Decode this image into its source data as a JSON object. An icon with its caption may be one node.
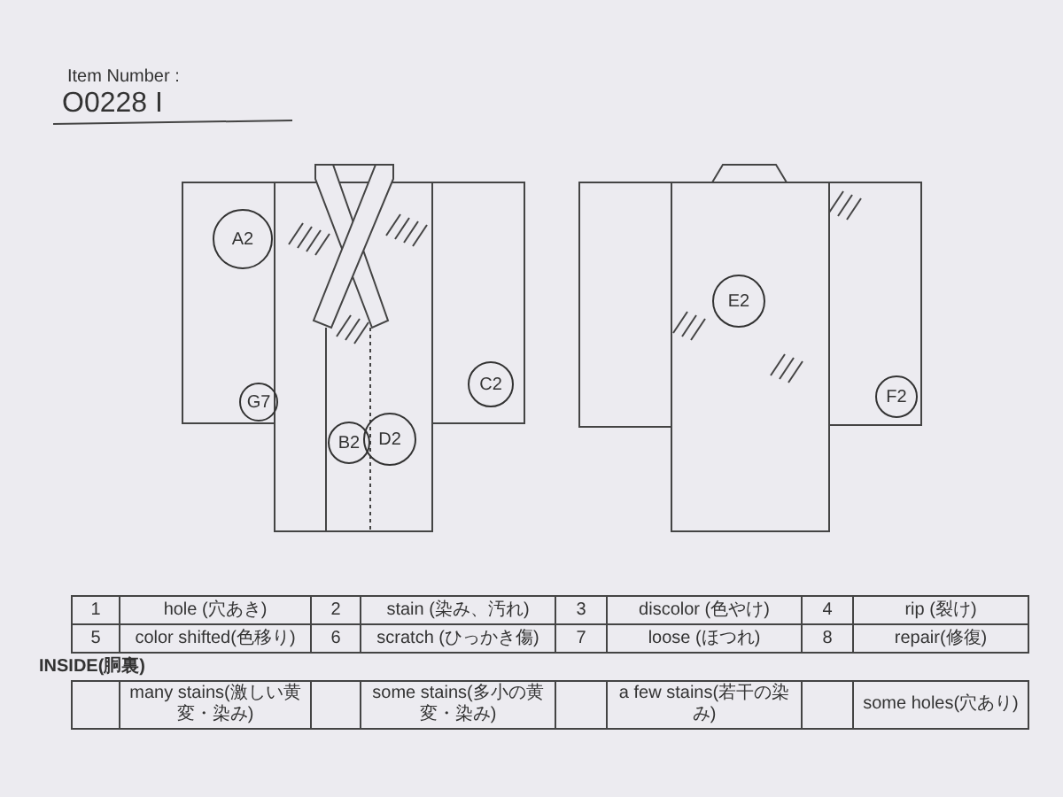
{
  "diagram": {
    "nodes": [
      {
        "text": [
          "A2"
        ]
      },
      {
        "text": [
          "G7"
        ]
      },
      {
        "text": [
          "C2"
        ]
      },
      {
        "text": [
          "B2"
        ]
      },
      {
        "text": [
          "D2"
        ]
      },
      {
        "text": [
          "E2"
        ]
      },
      {
        "text": [
          "F2"
        ]
      }
    ],
    "labels": [
      "Item Number :",
      "O0228 I",
      "1",
      "hole (穴あき)",
      "2",
      "stain (染み、汚れ)",
      "3",
      "discolor (色やけ)",
      "4",
      "rip (裂け)",
      "5",
      "color shifted(色移り)",
      "6",
      "scratch (ひっかき傷)",
      "7",
      "loose (ほつれ)",
      "8",
      "repair(修復)",
      "INSIDE(胴裏)",
      "many stains(激しい黄変・染み)",
      "some stains(多小の黄変・染み)",
      "a few stains(若干の染み)",
      "some holes(穴あり)"
    ]
  }
}
